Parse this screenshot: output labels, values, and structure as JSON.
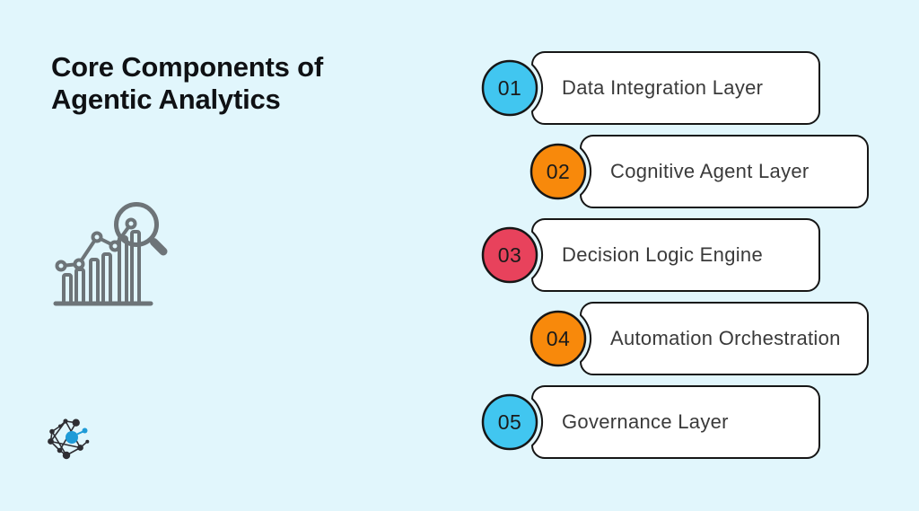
{
  "title": {
    "line1": "Core Components of",
    "line2": "Agentic Analytics"
  },
  "items": [
    {
      "number": "01",
      "label": "Data Integration Layer",
      "color": "#41C6F0"
    },
    {
      "number": "02",
      "label": "Cognitive Agent Layer",
      "color": "#F8890B"
    },
    {
      "number": "03",
      "label": "Decision Logic Engine",
      "color": "#E8425C"
    },
    {
      "number": "04",
      "label": "Automation Orchestration",
      "color": "#F8890B"
    },
    {
      "number": "05",
      "label": "Governance Layer",
      "color": "#41C6F0"
    }
  ],
  "icons": {
    "illustration": "bar-chart-with-magnifier-icon",
    "logo": "network-graph-logo"
  },
  "colors": {
    "background": "#E1F6FC",
    "card_fill": "#FFFFFF",
    "outline": "#161616",
    "cyan": "#41C6F0",
    "orange": "#F8890B",
    "crimson": "#E8425C",
    "icon_gray": "#6d7478",
    "logo_dark": "#2e2e33",
    "logo_blue": "#1F9BD7"
  }
}
